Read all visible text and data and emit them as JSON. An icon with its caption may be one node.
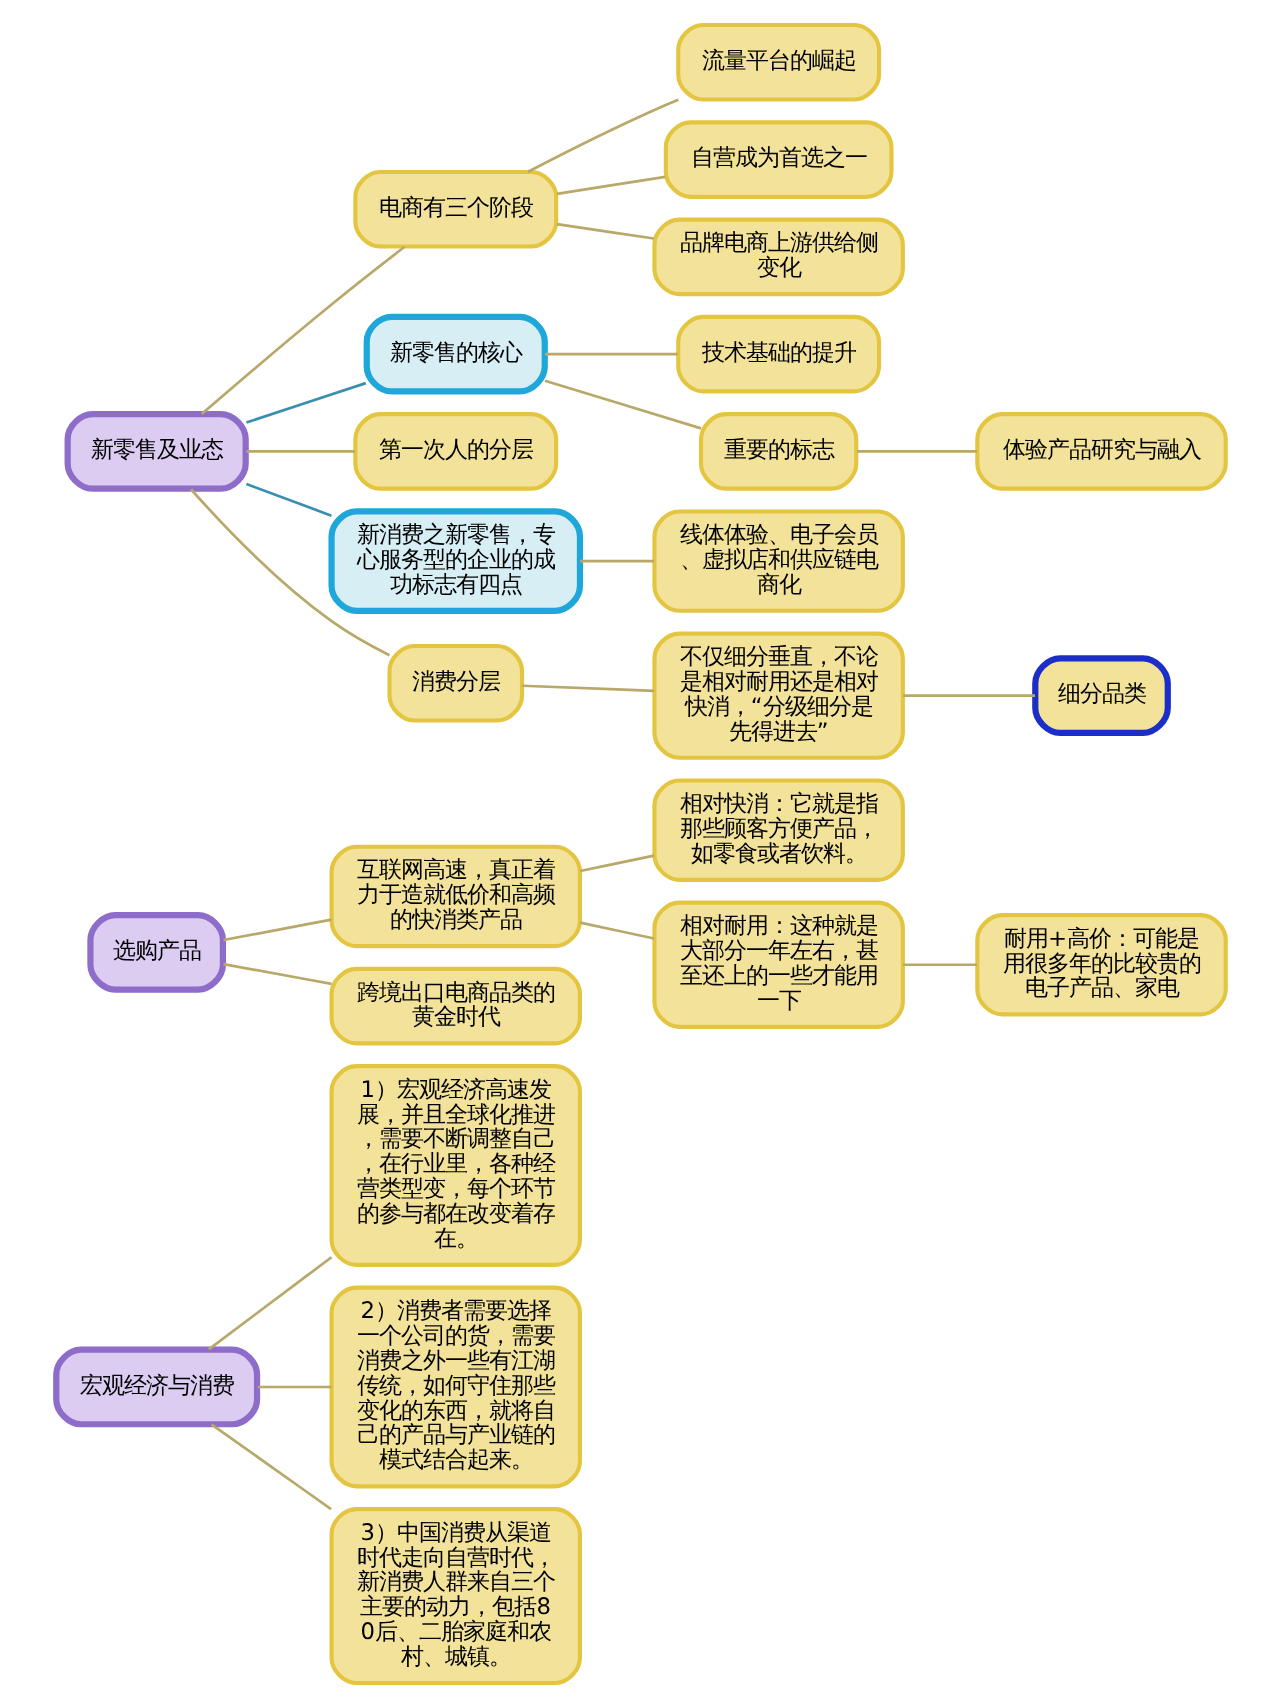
{
  "diagram": {
    "nodes": [
      {
        "text": [
          "宏观经济与消费"
        ]
      },
      {
        "text": [
          "1）宏观经济高速发展，并且全球化推进，需要不断调整自己，在行业里，各种经营类型变，每个环节的参与都在改变着存在。"
        ]
      },
      {
        "text": [
          "2）消费者需要选择一个公司的货，需要消费之外一些有江湖传统，如何守住那些变化的东西，就将自己的产品与产业链的模式结合起来。"
        ]
      },
      {
        "text": [
          "3）中国消费从渠道时代走向自营时代，新消费人群来自三个主要的动力，包括80后、二胎家庭和农村、城镇。"
        ]
      },
      {
        "text": [
          "选购产品"
        ]
      },
      {
        "text": [
          "互联网高速，真正着力于造就低价和高频的快消类产品"
        ]
      },
      {
        "text": [
          "相对快消：它就是指那些顾客方便产品，如零食或者饮料。"
        ]
      },
      {
        "text": [
          "相对耐用：这种就是大部分一年左右，甚至还上的一些才能用一下"
        ]
      },
      {
        "text": [
          "耐用+高价：可能是用很多年的比较贵的电子产品、家电"
        ]
      },
      {
        "text": [
          "跨境出口电商品类的黄金时代"
        ]
      },
      {
        "text": [
          "新零售及业态"
        ]
      },
      {
        "text": [
          "电商有三个阶段"
        ]
      },
      {
        "text": [
          "流量平台的崛起"
        ]
      },
      {
        "text": [
          "自营成为首选之一"
        ]
      },
      {
        "text": [
          "品牌电商上游供给侧变化"
        ]
      },
      {
        "text": [
          "新零售的核心"
        ]
      },
      {
        "text": [
          "技术基础的提升"
        ]
      },
      {
        "text": [
          "重要的标志"
        ]
      },
      {
        "text": [
          "体验产品研究与融入"
        ]
      },
      {
        "text": [
          "第一次人的分层"
        ]
      },
      {
        "text": [
          "新消费之新零售，专心服务型的企业的成功标志有四点"
        ]
      },
      {
        "text": [
          "线体体验、电子会员、虚拟店和供应链电商化"
        ]
      },
      {
        "text": [
          "消费分层"
        ]
      },
      {
        "text": [
          "不仅细分垂直，不论是相对耐用还是相对快消，“分级细分是先得进去”"
        ]
      },
      {
        "text": [
          "细分品类"
        ]
      }
    ],
    "edges": [
      {
        "from": 0,
        "to": 1,
        "arrow": "none"
      },
      {
        "from": 0,
        "to": 2,
        "arrow": "none"
      },
      {
        "from": 0,
        "to": 3,
        "arrow": "none"
      },
      {
        "from": 4,
        "to": 5,
        "arrow": "none"
      },
      {
        "from": 4,
        "to": 9,
        "arrow": "none"
      },
      {
        "from": 5,
        "to": 6,
        "arrow": "none"
      },
      {
        "from": 5,
        "to": 7,
        "arrow": "none"
      },
      {
        "from": 7,
        "to": 8,
        "arrow": "none"
      },
      {
        "from": 10,
        "to": 11,
        "arrow": "none"
      },
      {
        "from": 10,
        "to": 15,
        "arrow": "none",
        "color": "#3a8fb0"
      },
      {
        "from": 10,
        "to": 19,
        "arrow": "none"
      },
      {
        "from": 10,
        "to": 20,
        "arrow": "none",
        "color": "#3a8fb0"
      },
      {
        "from": 10,
        "to": 22,
        "arrow": "none"
      },
      {
        "from": 11,
        "to": 12,
        "arrow": "none"
      },
      {
        "from": 11,
        "to": 13,
        "arrow": "none"
      },
      {
        "from": 11,
        "to": 14,
        "arrow": "none"
      },
      {
        "from": 15,
        "to": 16,
        "arrow": "none"
      },
      {
        "from": 15,
        "to": 17,
        "arrow": "none"
      },
      {
        "from": 17,
        "to": 18,
        "arrow": "none"
      },
      {
        "from": 20,
        "to": 21,
        "arrow": "none"
      },
      {
        "from": 22,
        "to": 23,
        "arrow": "none"
      },
      {
        "from": 23,
        "to": 24,
        "arrow": "none"
      }
    ]
  }
}
